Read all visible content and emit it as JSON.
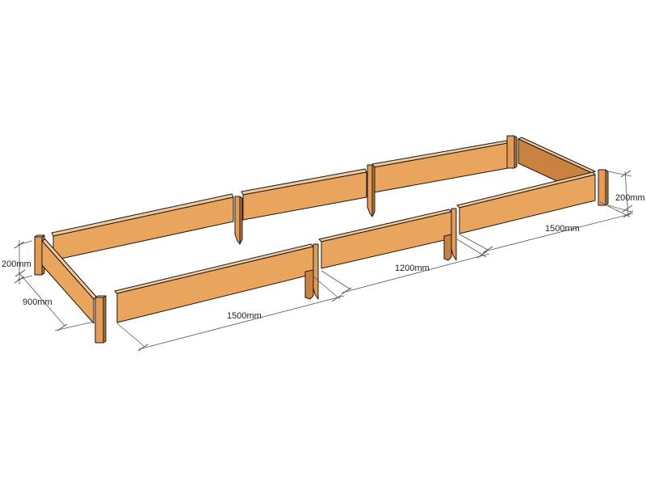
{
  "colors": {
    "board_face": "#e9a45e",
    "board_top": "#f4c890",
    "board_shade": "#c9823f",
    "stake_face": "#e39b55",
    "stake_side": "#b97537",
    "outline": "#1a1a1a",
    "dimension_line": "#555555",
    "background": "#ffffff"
  },
  "dimensions": {
    "height_left": "200mm",
    "width_left": "900mm",
    "length_front_left": "1500mm",
    "length_front_middle": "1200mm",
    "length_front_right": "1500mm",
    "height_right": "200mm"
  }
}
